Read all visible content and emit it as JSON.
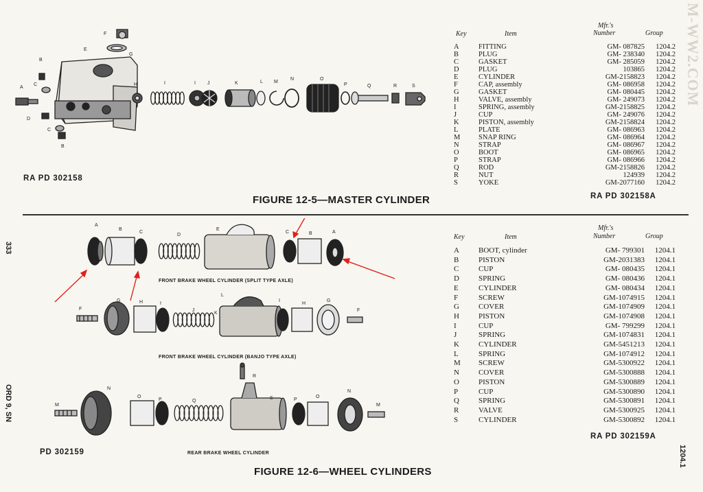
{
  "watermark": "M-WW2.COM",
  "side_texts": {
    "page_number": "333",
    "ord": "ORD 9, SN",
    "group": "1204.1"
  },
  "figure1": {
    "title": "FIGURE 12-5—MASTER CYLINDER",
    "ref_left": "RA PD 302158",
    "ref_right": "RA PD 302158A",
    "labels": [
      "A",
      "B",
      "C",
      "D",
      "E",
      "F",
      "G",
      "H",
      "I",
      "J",
      "K",
      "L",
      "M",
      "N",
      "O",
      "P",
      "Q",
      "R",
      "S"
    ],
    "table": {
      "headers": {
        "key": "Key",
        "item": "Item",
        "mfr_top": "Mfr.'s",
        "mfr_bottom": "Number",
        "group": "Group"
      },
      "rows": [
        {
          "key": "A",
          "item": "FITTING",
          "number": "GM- 087825",
          "group": "1204.2"
        },
        {
          "key": "B",
          "item": "PLUG",
          "number": "GM- 238340",
          "group": "1204.2"
        },
        {
          "key": "C",
          "item": "GASKET",
          "number": "GM- 285059",
          "group": "1204.2"
        },
        {
          "key": "D",
          "item": "PLUG",
          "number": "103865",
          "group": "1204.2"
        },
        {
          "key": "E",
          "item": "CYLINDER",
          "number": "GM-2158823",
          "group": "1204.2"
        },
        {
          "key": "F",
          "item": "CAP, assembly",
          "number": "GM- 086958",
          "group": "1204.2"
        },
        {
          "key": "G",
          "item": "GASKET",
          "number": "GM- 080445",
          "group": "1204.2"
        },
        {
          "key": "H",
          "item": "VALVE, assembly",
          "number": "GM- 249073",
          "group": "1204.2"
        },
        {
          "key": "I",
          "item": "SPRING, assembly",
          "number": "GM-2158825",
          "group": "1204.2"
        },
        {
          "key": "J",
          "item": "CUP",
          "number": "GM- 249076",
          "group": "1204.2"
        },
        {
          "key": "K",
          "item": "PISTON, assembly",
          "number": "GM-2158824",
          "group": "1204.2"
        },
        {
          "key": "L",
          "item": "PLATE",
          "number": "GM- 086963",
          "group": "1204.2"
        },
        {
          "key": "M",
          "item": "SNAP RING",
          "number": "GM- 086964",
          "group": "1204.2"
        },
        {
          "key": "N",
          "item": "STRAP",
          "number": "GM- 086967",
          "group": "1204.2"
        },
        {
          "key": "O",
          "item": "BOOT",
          "number": "GM- 086965",
          "group": "1204.2"
        },
        {
          "key": "P",
          "item": "STRAP",
          "number": "GM- 086966",
          "group": "1204.2"
        },
        {
          "key": "Q",
          "item": "ROD",
          "number": "GM-2158826",
          "group": "1204.2"
        },
        {
          "key": "R",
          "item": "NUT",
          "number": "124939",
          "group": "1204.2"
        },
        {
          "key": "S",
          "item": "YOKE",
          "number": "GM-2077160",
          "group": "1204.2"
        }
      ]
    }
  },
  "figure2": {
    "title": "FIGURE 12-6—WHEEL CYLINDERS",
    "ref_left": "PD 302159",
    "ref_right": "RA PD 302159A",
    "captions": {
      "front_split": "FRONT BRAKE WHEEL CYLINDER (SPLIT TYPE AXLE)",
      "front_banjo": "FRONT BRAKE WHEEL CYLINDER (BANJO TYPE AXLE)",
      "rear": "REAR BRAKE WHEEL CYLINDER"
    },
    "labels": [
      "A",
      "B",
      "C",
      "D",
      "E",
      "F",
      "G",
      "H",
      "I",
      "J",
      "K",
      "L",
      "M",
      "N",
      "O",
      "P",
      "Q",
      "R",
      "S"
    ],
    "annotation_color": "#e0201c",
    "table": {
      "headers": {
        "key": "Key",
        "item": "Item",
        "mfr_top": "Mfr.'s",
        "mfr_bottom": "Number",
        "group": "Group"
      },
      "rows": [
        {
          "key": "A",
          "item": "BOOT, cylinder",
          "number": "GM- 799301",
          "group": "1204.1"
        },
        {
          "key": "B",
          "item": "PISTON",
          "number": "GM-2031383",
          "group": "1204.1"
        },
        {
          "key": "C",
          "item": "CUP",
          "number": "GM- 080435",
          "group": "1204.1"
        },
        {
          "key": "D",
          "item": "SPRING",
          "number": "GM- 080436",
          "group": "1204.1"
        },
        {
          "key": "E",
          "item": "CYLINDER",
          "number": "GM- 080434",
          "group": "1204.1"
        },
        {
          "key": "F",
          "item": "SCREW",
          "number": "GM-1074915",
          "group": "1204.1"
        },
        {
          "key": "G",
          "item": "COVER",
          "number": "GM-1074909",
          "group": "1204.1"
        },
        {
          "key": "H",
          "item": "PISTON",
          "number": "GM-1074908",
          "group": "1204.1"
        },
        {
          "key": "I",
          "item": "CUP",
          "number": "GM- 799299",
          "group": "1204.1"
        },
        {
          "key": "J",
          "item": "SPRING",
          "number": "GM-1074831",
          "group": "1204.1"
        },
        {
          "key": "K",
          "item": "CYLINDER",
          "number": "GM-5451213",
          "group": "1204.1"
        },
        {
          "key": "L",
          "item": "SPRING",
          "number": "GM-1074912",
          "group": "1204.1"
        },
        {
          "key": "M",
          "item": "SCREW",
          "number": "GM-5300922",
          "group": "1204.1"
        },
        {
          "key": "N",
          "item": "COVER",
          "number": "GM-5300888",
          "group": "1204.1"
        },
        {
          "key": "O",
          "item": "PISTON",
          "number": "GM-5300889",
          "group": "1204.1"
        },
        {
          "key": "P",
          "item": "CUP",
          "number": "GM-5300890",
          "group": "1204.1"
        },
        {
          "key": "Q",
          "item": "SPRING",
          "number": "GM-5300891",
          "group": "1204.1"
        },
        {
          "key": "R",
          "item": "VALVE",
          "number": "GM-5300925",
          "group": "1204.1"
        },
        {
          "key": "S",
          "item": "CYLINDER",
          "number": "GM-5300892",
          "group": "1204.1"
        }
      ]
    }
  }
}
